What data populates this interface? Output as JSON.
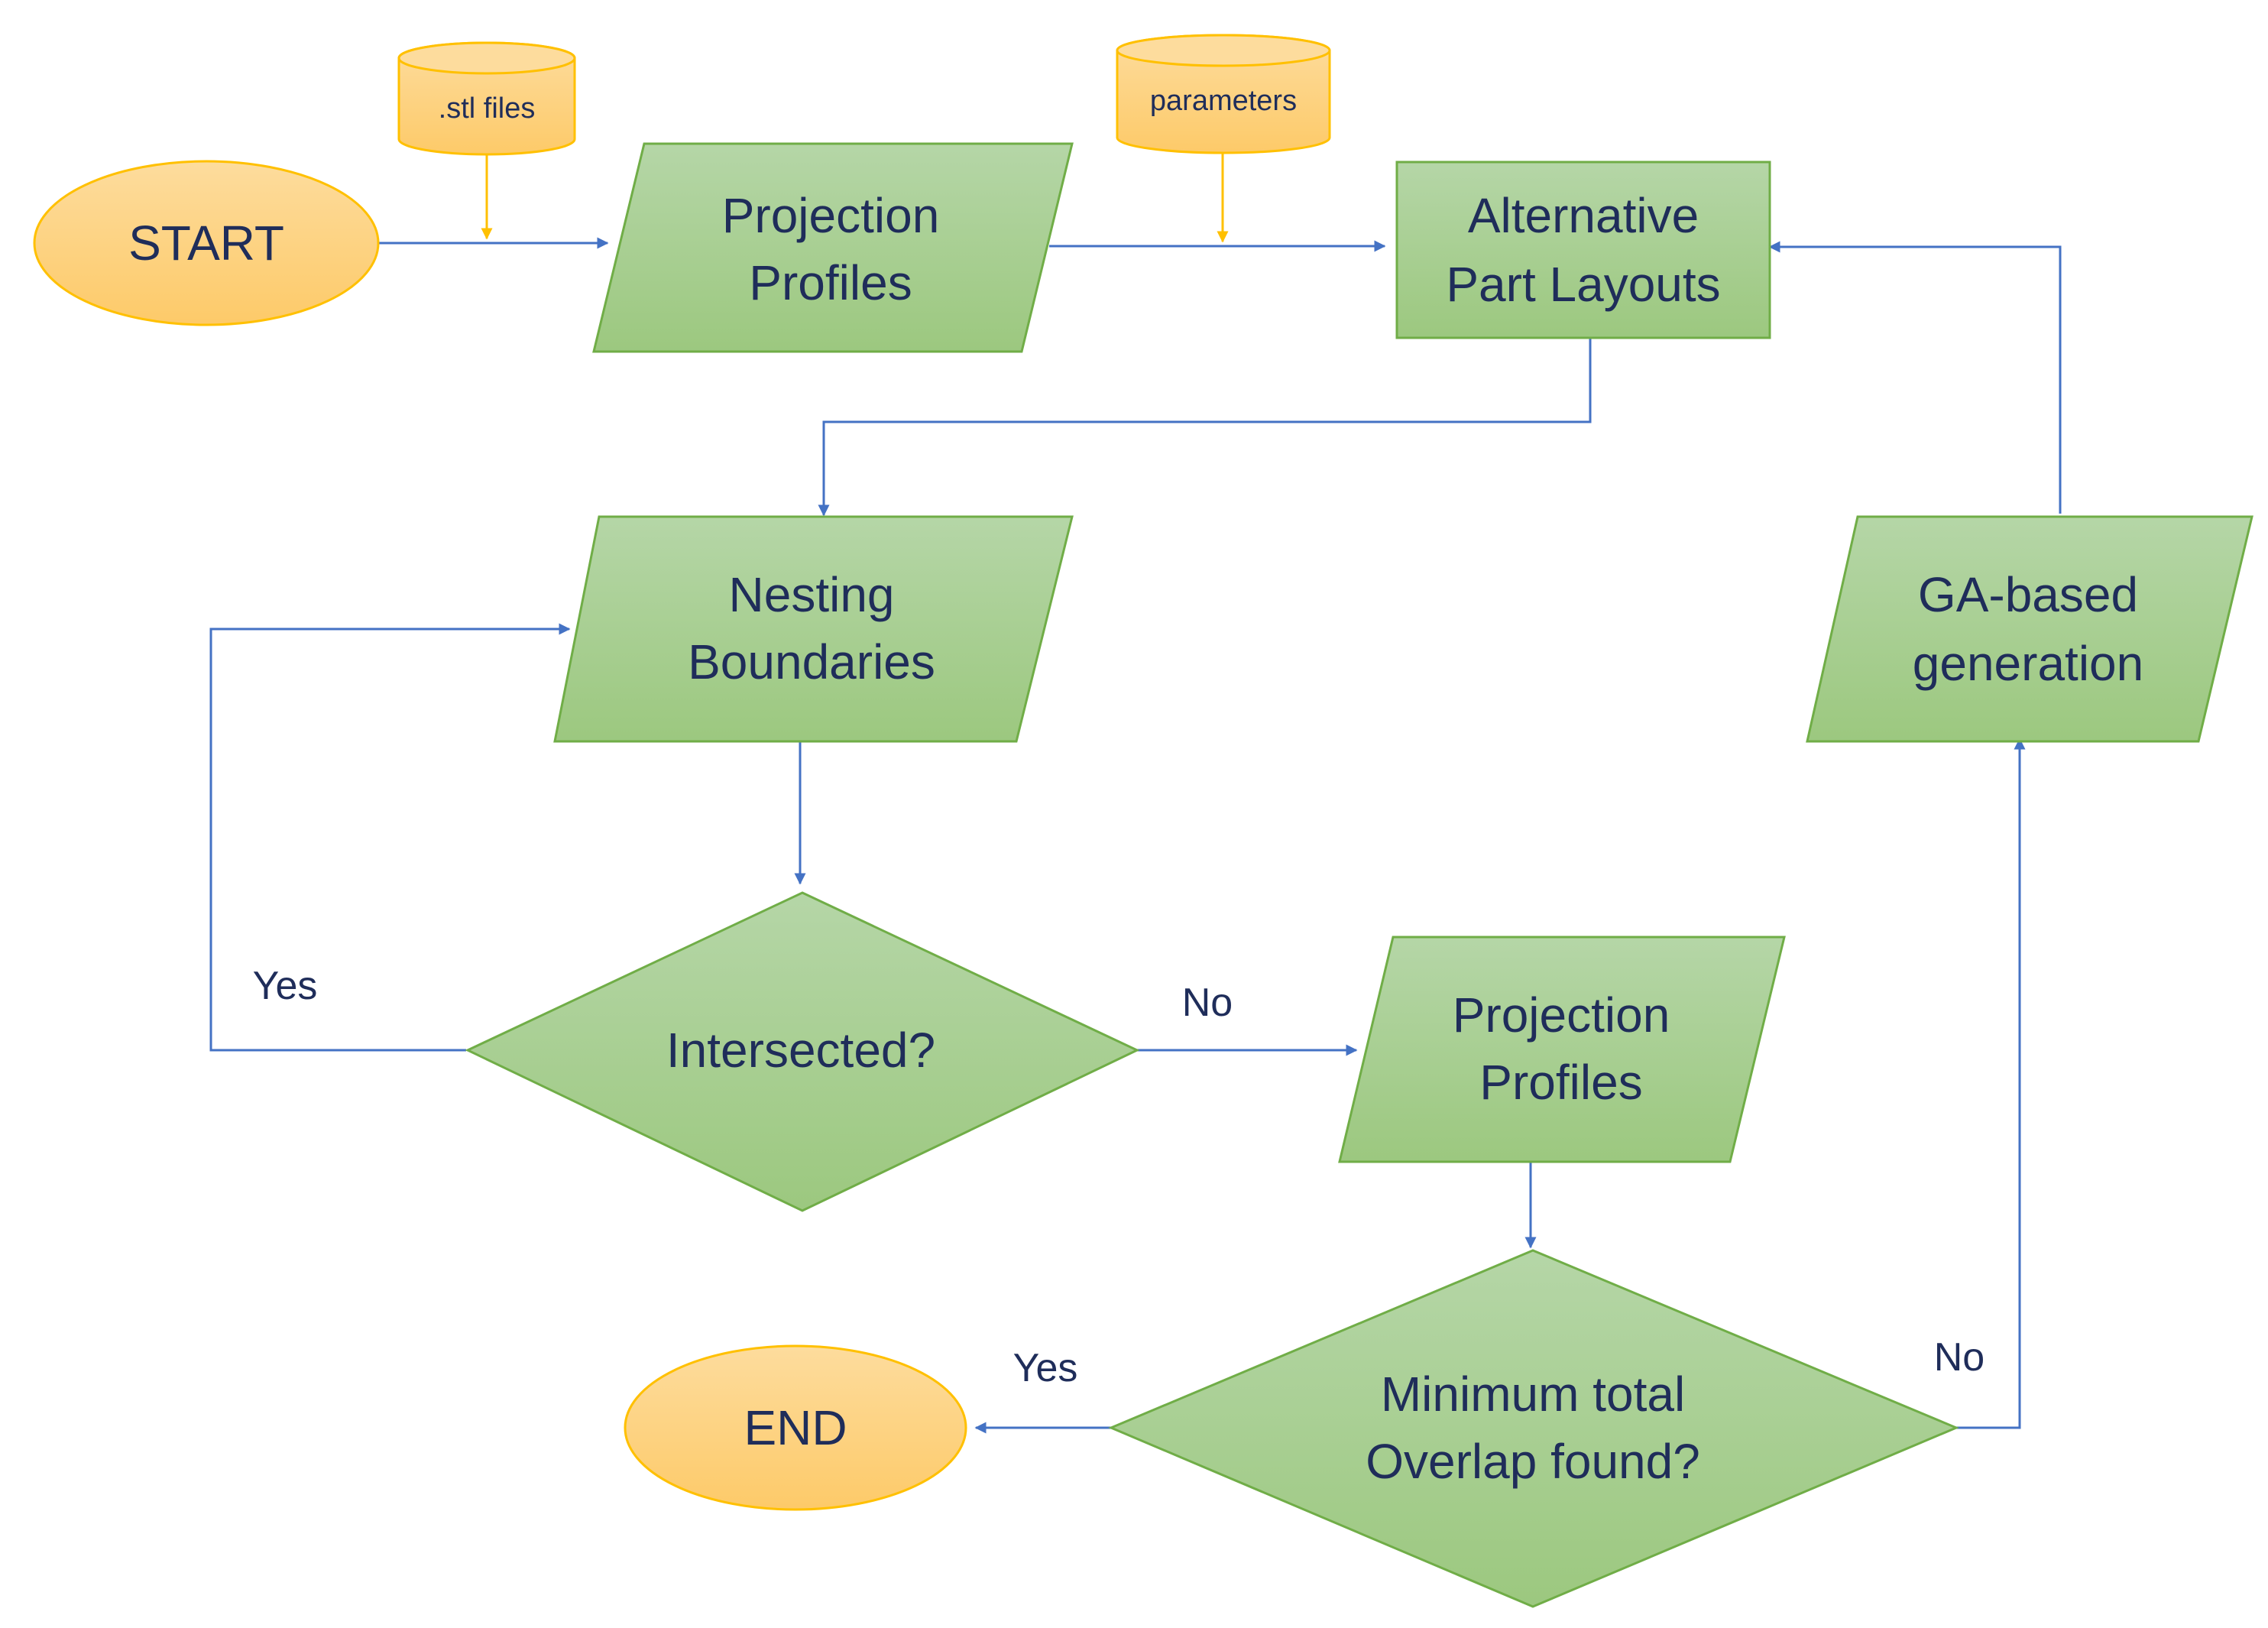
{
  "colors": {
    "process_fill_top": "#b5d6a7",
    "process_fill_bottom": "#9cc87f",
    "process_stroke": "#70ad47",
    "terminal_fill_top": "#fddc9d",
    "terminal_fill_bottom": "#fdca69",
    "terminal_stroke": "#ffc000",
    "flow_arrow": "#4472c4",
    "data_arrow": "#ffc000",
    "text": "#1f2d5a"
  },
  "nodes": {
    "start": {
      "label": "START",
      "shape": "ellipse"
    },
    "stl_files": {
      "label": ".stl files",
      "shape": "cylinder"
    },
    "parameters": {
      "label": "parameters",
      "shape": "cylinder"
    },
    "projection_profiles_1": {
      "line1": "Projection",
      "line2": "Profiles",
      "shape": "parallelogram"
    },
    "alternative_layouts": {
      "line1": "Alternative",
      "line2": "Part Layouts",
      "shape": "rectangle"
    },
    "nesting_boundaries": {
      "line1": "Nesting",
      "line2": "Boundaries",
      "shape": "parallelogram"
    },
    "ga_generation": {
      "line1": "GA-based",
      "line2": "generation",
      "shape": "parallelogram"
    },
    "intersected": {
      "label": "Intersected?",
      "shape": "diamond"
    },
    "projection_profiles_2": {
      "line1": "Projection",
      "line2": "Profiles",
      "shape": "parallelogram"
    },
    "min_overlap": {
      "line1": "Minimum total",
      "line2": "Overlap found?",
      "shape": "diamond"
    },
    "end": {
      "label": "END",
      "shape": "ellipse"
    }
  },
  "edge_labels": {
    "intersected_yes": "Yes",
    "intersected_no": "No",
    "overlap_yes": "Yes",
    "overlap_no": "No"
  }
}
